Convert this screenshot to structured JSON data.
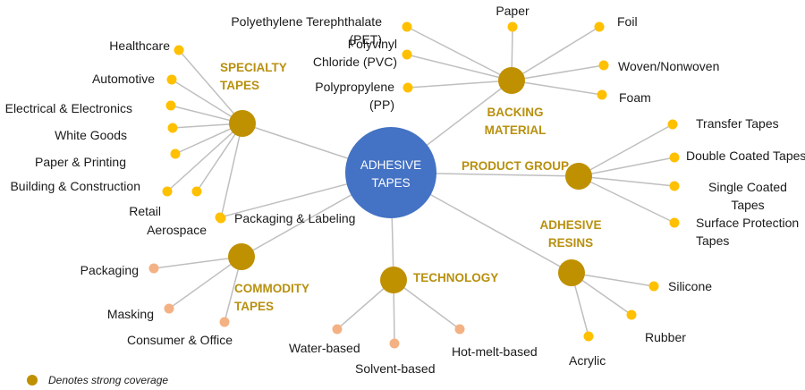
{
  "center": {
    "lines": [
      "ADHESIVE",
      "TAPES"
    ]
  },
  "legend": {
    "text": "Denotes strong coverage"
  },
  "colors": {
    "center": "#4472c4",
    "hub": "#bf9000",
    "strong_leaf": "#ffc000",
    "moderate_leaf": "#f4b183",
    "edge": "#bfbfbf",
    "category_text": "#b8900f"
  },
  "categories": [
    {
      "id": "specialty",
      "label": [
        "SPECIALTY",
        "TAPES"
      ],
      "leaves": [
        {
          "text": [
            "Healthcare"
          ],
          "coverage": "strong"
        },
        {
          "text": [
            "Automotive"
          ],
          "coverage": "strong"
        },
        {
          "text": [
            "Electrical & Electronics"
          ],
          "coverage": "strong"
        },
        {
          "text": [
            "White Goods"
          ],
          "coverage": "strong"
        },
        {
          "text": [
            "Paper & Printing"
          ],
          "coverage": "strong"
        },
        {
          "text": [
            "Building & Construction"
          ],
          "coverage": "strong"
        },
        {
          "text": [
            "Retail"
          ],
          "coverage": "strong"
        },
        {
          "text": [
            "Aerospace"
          ],
          "coverage": "strong"
        }
      ]
    },
    {
      "id": "backing",
      "label": [
        "BACKING",
        "MATERIAL"
      ],
      "leaves": [
        {
          "text": [
            "Polyethylene Terephthalate",
            "(PET)"
          ],
          "coverage": "strong"
        },
        {
          "text": [
            "Polyvinyl",
            "Chloride (PVC)"
          ],
          "coverage": "strong"
        },
        {
          "text": [
            "Polypropylene",
            "(PP)"
          ],
          "coverage": "strong"
        },
        {
          "text": [
            "Paper"
          ],
          "coverage": "strong"
        },
        {
          "text": [
            "Foil"
          ],
          "coverage": "strong"
        },
        {
          "text": [
            "Woven/Nonwoven"
          ],
          "coverage": "strong"
        },
        {
          "text": [
            "Foam"
          ],
          "coverage": "strong"
        }
      ]
    },
    {
      "id": "product",
      "label": [
        "PRODUCT GROUP"
      ],
      "leaves": [
        {
          "text": [
            "Transfer Tapes"
          ],
          "coverage": "strong"
        },
        {
          "text": [
            "Double Coated Tapes"
          ],
          "coverage": "strong"
        },
        {
          "text": [
            "Single Coated",
            "Tapes"
          ],
          "coverage": "strong"
        },
        {
          "text": [
            "Surface Protection",
            "Tapes"
          ],
          "coverage": "strong"
        }
      ]
    },
    {
      "id": "resins",
      "label": [
        "ADHESIVE",
        "RESINS"
      ],
      "leaves": [
        {
          "text": [
            "Silicone"
          ],
          "coverage": "strong"
        },
        {
          "text": [
            "Rubber"
          ],
          "coverage": "strong"
        },
        {
          "text": [
            "Acrylic"
          ],
          "coverage": "strong"
        }
      ]
    },
    {
      "id": "technology",
      "label": [
        "TECHNOLOGY"
      ],
      "leaves": [
        {
          "text": [
            "Water-based"
          ],
          "coverage": "moderate"
        },
        {
          "text": [
            "Solvent-based"
          ],
          "coverage": "moderate"
        },
        {
          "text": [
            "Hot-melt-based"
          ],
          "coverage": "moderate"
        }
      ]
    },
    {
      "id": "commodity",
      "label": [
        "COMMODITY",
        "TAPES"
      ],
      "leaves": [
        {
          "text": [
            "Packaging & Labeling"
          ],
          "coverage": "strong"
        },
        {
          "text": [
            "Packaging"
          ],
          "coverage": "moderate"
        },
        {
          "text": [
            "Masking"
          ],
          "coverage": "moderate"
        },
        {
          "text": [
            "Consumer & Office"
          ],
          "coverage": "moderate"
        }
      ]
    }
  ]
}
